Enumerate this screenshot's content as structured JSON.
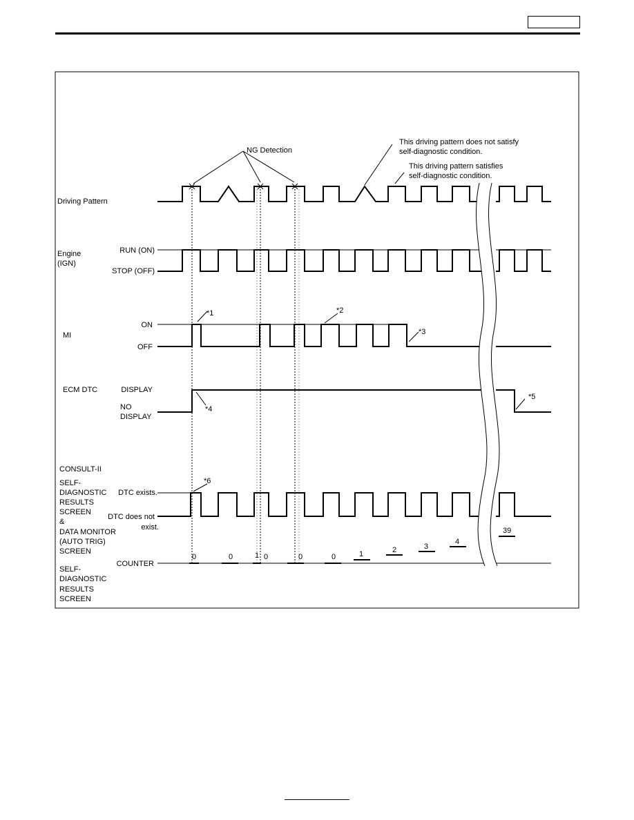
{
  "labels": {
    "row_driving_pattern": "Driving  Pattern",
    "row_engine_1": "Engine",
    "row_engine_2": "(IGN)",
    "engine_run": "RUN  (ON)",
    "engine_stop": "STOP  (OFF)",
    "row_mi": "MI",
    "mi_on": "ON",
    "mi_off": "OFF",
    "row_ecm_dtc": "ECM  DTC",
    "ecm_display": "DISPLAY",
    "ecm_no_display_1": "NO",
    "ecm_no_display_2": "DISPLAY",
    "consult_1": "CONSULT-II",
    "consult_2": "SELF-",
    "consult_3": "DIAGNOSTIC",
    "consult_4": "RESULTS",
    "consult_5": "SCREEN",
    "consult_6": "&",
    "consult_7": "DATA  MONITOR",
    "consult_8": "(AUTO  TRIG)",
    "consult_9": "SCREEN",
    "dtc_exists": "DTC  exists.",
    "dtc_not_1": "DTC  does  not",
    "dtc_not_2": "exist.",
    "counter": "COUNTER",
    "sdr_1": "SELF-",
    "sdr_2": "DIAGNOSTIC",
    "sdr_3": "RESULTS",
    "sdr_4": "SCREEN"
  },
  "annotations": {
    "ng_detection": "NG  Detection",
    "not_satisfy_1": "This  driving  pattern  does  not  satisfy",
    "not_satisfy_2": "self-diagnostic  condition.",
    "satisfies_1": "This  driving  pattern    satisfies",
    "satisfies_2": "self-diagnostic  condition.",
    "n1": "*1",
    "n2": "*2",
    "n3": "*3",
    "n4": "*4",
    "n5": "*5",
    "n6": "*6"
  },
  "counter_values": [
    "0",
    "0",
    "1",
    "0",
    "0",
    "0",
    "1",
    "2",
    "3",
    "4",
    "39"
  ]
}
